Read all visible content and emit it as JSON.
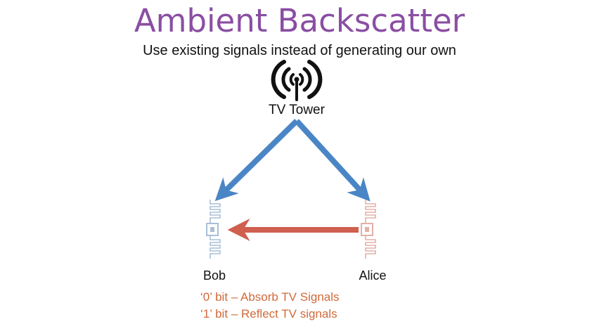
{
  "title": "Ambient Backscatter",
  "subtitle": "Use existing signals instead of generating our own",
  "tower": {
    "label": "TV Tower",
    "icon": "broadcast-tower-icon"
  },
  "nodes": {
    "bob": {
      "label": "Bob",
      "icon": "antenna-tag-icon",
      "color": "#a8bfd8"
    },
    "alice": {
      "label": "Alice",
      "icon": "antenna-tag-icon",
      "color": "#e3b0a8"
    }
  },
  "arrows": {
    "tv_signal_color": "#4a86c5",
    "backscatter_color": "#cf5f4f"
  },
  "legend": {
    "bit0": "‘0’ bit – Absorb TV Signals",
    "bit1": "‘1’ bit – Reflect TV signals",
    "color": "#d06a3a"
  }
}
